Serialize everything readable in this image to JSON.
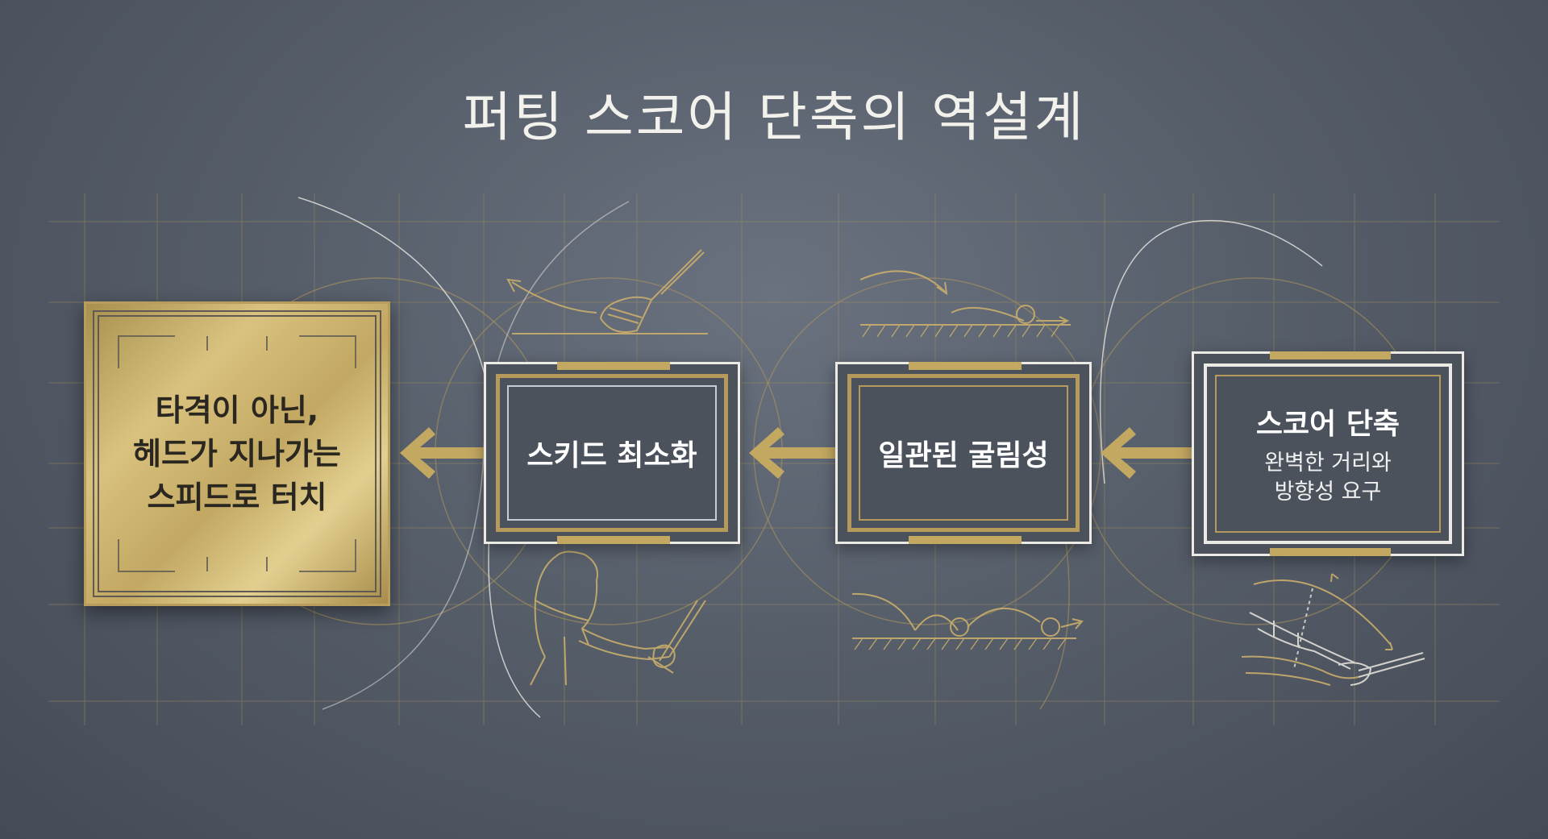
{
  "title": "퍼팅 스코어 단축의 역설계",
  "nodes": {
    "result": {
      "lines": [
        "타격이 아닌,",
        "헤드가 지나가는",
        "스피드로 터치"
      ]
    },
    "skid": {
      "label": "스키드 최소화"
    },
    "roll": {
      "label": "일관된 굴림성"
    },
    "score": {
      "label": "스코어 단축",
      "sub_lines": [
        "완벽한 거리와",
        "방향성 요구"
      ]
    }
  },
  "colors": {
    "gold": "#c3a862",
    "background": "#565e6a",
    "card_border": "#eceae4",
    "card_fill": "#4b525c"
  },
  "icons": [
    "putter-head-sketch",
    "ball-skid-sketch",
    "golfer-stance-sketch",
    "ball-bounce-sketch",
    "forearm-putting-sketch"
  ]
}
